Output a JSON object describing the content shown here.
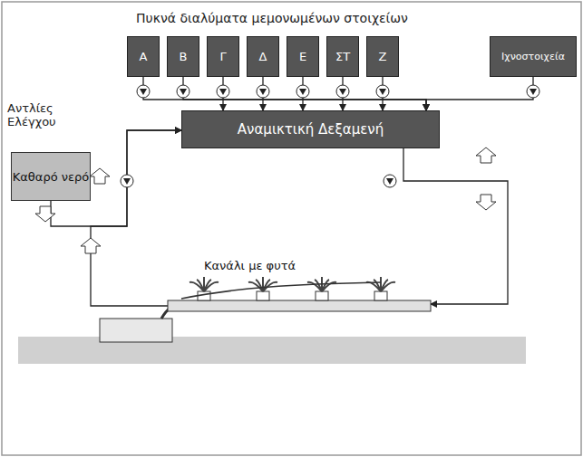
{
  "diagram": {
    "title": "Πυκνά διαλύματα μεμονωμένων στοιχείων",
    "nodes": [
      {
        "text": [
          "Α"
        ]
      },
      {
        "text": [
          "Β"
        ]
      },
      {
        "text": [
          "Γ"
        ]
      },
      {
        "text": [
          "Δ"
        ]
      },
      {
        "text": [
          "Ε"
        ]
      },
      {
        "text": [
          "ΣΤ"
        ]
      },
      {
        "text": [
          "Ζ"
        ]
      },
      {
        "text": [
          "Ιχνοστοιχεία"
        ]
      },
      {
        "text": [
          "Καθαρό νερό"
        ]
      },
      {
        "text": [
          "Αναμικτική Δεξαμενή"
        ]
      },
      {
        "text": [
          "Κανάλι με φυτά"
        ]
      }
    ],
    "edges": [
      {
        "from": 0,
        "to": 9,
        "arrow": "to"
      },
      {
        "from": 1,
        "to": 9,
        "arrow": "to"
      },
      {
        "from": 2,
        "to": 9,
        "arrow": "to"
      },
      {
        "from": 3,
        "to": 9,
        "arrow": "to"
      },
      {
        "from": 4,
        "to": 9,
        "arrow": "to"
      },
      {
        "from": 5,
        "to": 9,
        "arrow": "to"
      },
      {
        "from": 6,
        "to": 9,
        "arrow": "to"
      },
      {
        "from": 7,
        "to": 9,
        "arrow": "to"
      },
      {
        "from": 8,
        "to": 9,
        "arrow": "to"
      },
      {
        "from": 9,
        "to": 10,
        "arrow": "to"
      },
      {
        "from": 10,
        "to": 9,
        "arrow": "to"
      }
    ],
    "labels": [
      "Αντλίες Ελέγχου"
    ]
  }
}
